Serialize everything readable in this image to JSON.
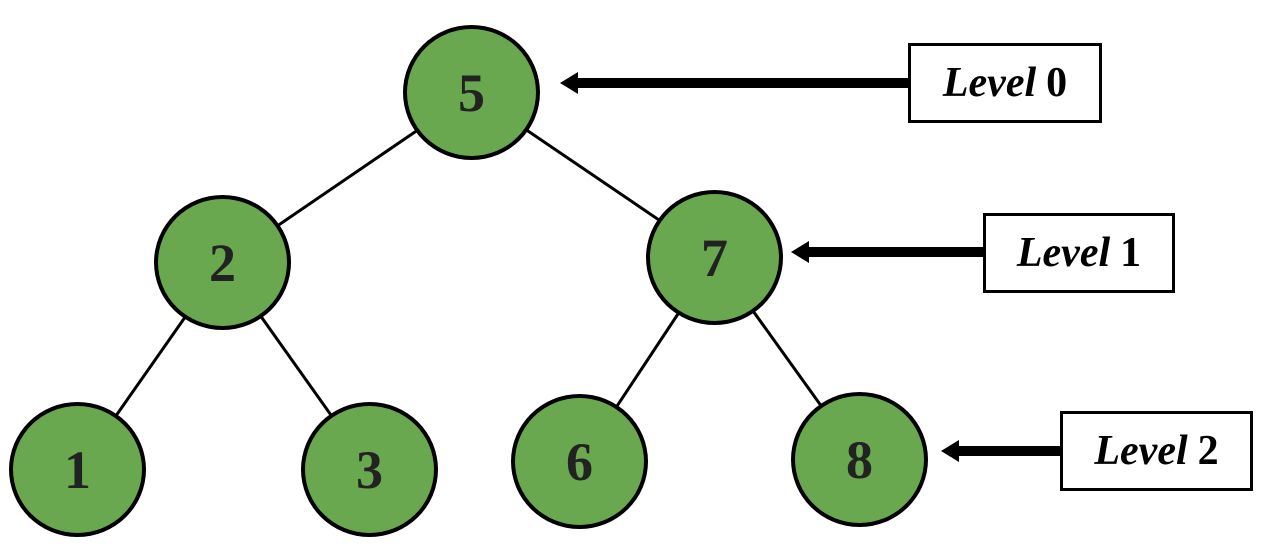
{
  "diagram": {
    "type": "binary-tree",
    "description": "Binary tree with level annotations"
  },
  "tree": {
    "nodes": [
      {
        "id": "5",
        "value": "5",
        "level": 0
      },
      {
        "id": "2",
        "value": "2",
        "level": 1
      },
      {
        "id": "7",
        "value": "7",
        "level": 1
      },
      {
        "id": "1",
        "value": "1",
        "level": 2
      },
      {
        "id": "3",
        "value": "3",
        "level": 2
      },
      {
        "id": "6",
        "value": "6",
        "level": 2
      },
      {
        "id": "8",
        "value": "8",
        "level": 2
      }
    ],
    "edges": [
      [
        "5",
        "2"
      ],
      [
        "5",
        "7"
      ],
      [
        "2",
        "1"
      ],
      [
        "2",
        "3"
      ],
      [
        "7",
        "6"
      ],
      [
        "7",
        "8"
      ]
    ]
  },
  "level_labels": [
    {
      "word": "Level",
      "number": "0",
      "points_to": "5"
    },
    {
      "word": "Level",
      "number": "1",
      "points_to": "7"
    },
    {
      "word": "Level",
      "number": "2",
      "points_to": "8"
    }
  ],
  "colors": {
    "node_fill": "#6aa84f",
    "node_border": "#000000",
    "edge": "#000000",
    "arrow": "#000000",
    "box_background": "#ffffff",
    "box_border": "#000000",
    "text": "#000000",
    "background": "#ffffff"
  }
}
